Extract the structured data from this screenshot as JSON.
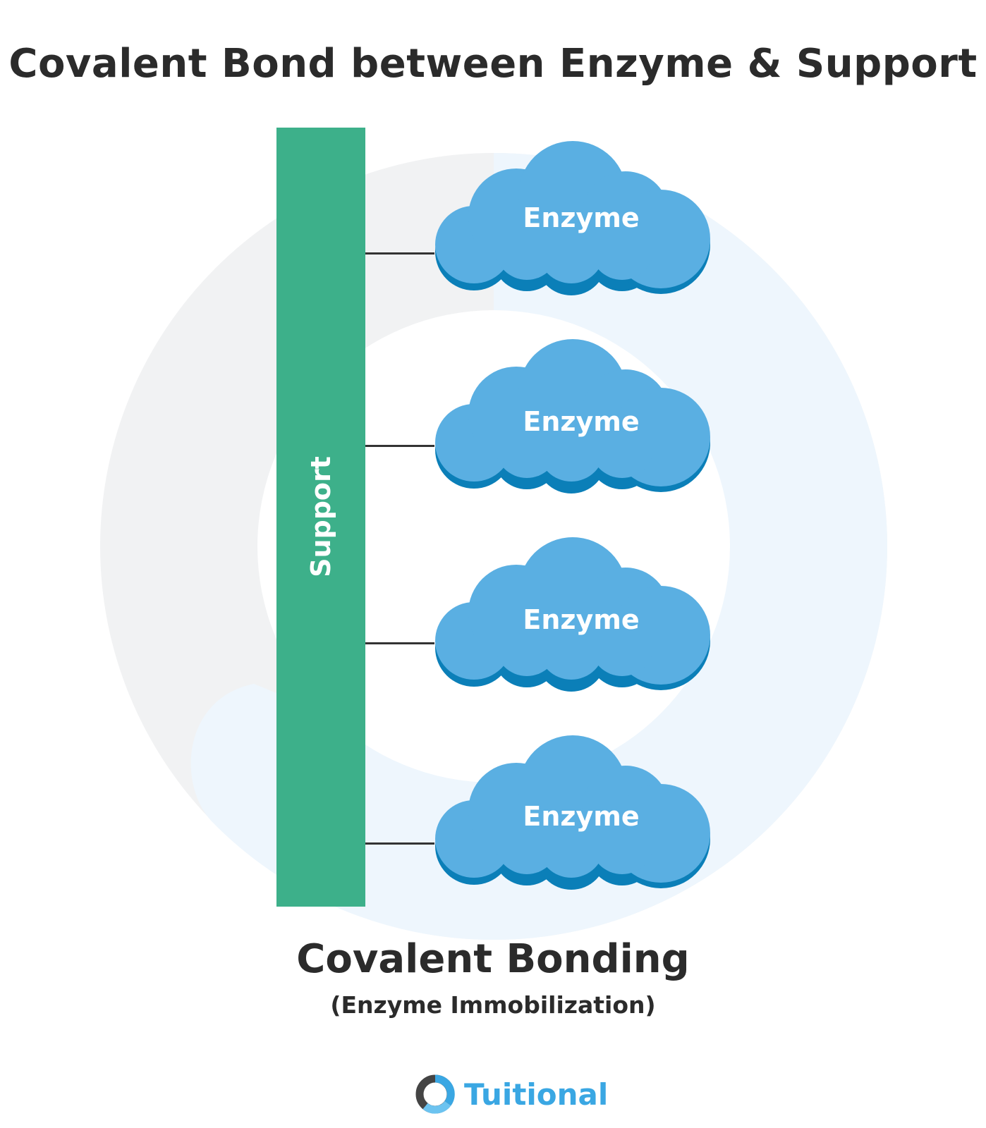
{
  "title": "Covalent Bond between Enzyme & Support",
  "support": {
    "label": "Support"
  },
  "enzymes": [
    {
      "label": "Enzyme"
    },
    {
      "label": "Enzyme"
    },
    {
      "label": "Enzyme"
    },
    {
      "label": "Enzyme"
    }
  ],
  "caption": {
    "main": "Covalent Bonding",
    "sub": "(Enzyme Immobilization)"
  },
  "logo": {
    "text": "Tuitional"
  },
  "colors": {
    "support": "#3db08a",
    "enzyme_fill": "#5aafe2",
    "enzyme_shadow": "#0b7fb8",
    "text_dark": "#2b2b2b",
    "brand": "#3aa7e3"
  }
}
